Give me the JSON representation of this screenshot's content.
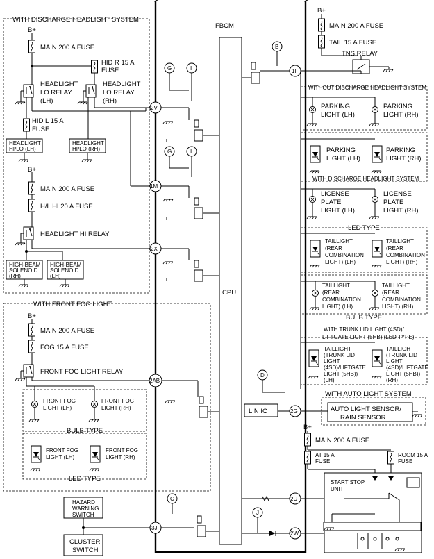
{
  "left_top": {
    "section_title": "WITH DISCHARGE HEADLIGHT SYSTEM",
    "bplus": "B+",
    "main_fuse": "MAIN 200 A FUSE",
    "hid_r_fuse": [
      "HID R 15 A",
      "FUSE"
    ],
    "lo_relay_lh": [
      "HEADLIGHT",
      "LO RELAY",
      "(LH)"
    ],
    "lo_relay_rh": [
      "HEADLIGHT",
      "LO RELAY",
      "(RH)"
    ],
    "hid_l_fuse": [
      "HID L 15 A",
      "FUSE"
    ],
    "hilo_lh": [
      "HEADLIGHT",
      "HI/LO (LH)"
    ],
    "hilo_rh": [
      "HEADLIGHT",
      "HI/LO (RH)"
    ],
    "bplus2": "B+",
    "main_fuse2": "MAIN 200 A FUSE",
    "hl_hi_fuse": "H/L HI 20 A FUSE",
    "hi_relay": "HEADLIGHT HI RELAY",
    "solenoid_rh": [
      "HIGH-BEAM",
      "SOLENOID",
      "(RH)"
    ],
    "solenoid_lh": [
      "HIGH-BEAM",
      "SOLENOID",
      "(LH)"
    ]
  },
  "fog": {
    "section_title": "WITH FRONT FOG LIGHT",
    "bplus": "B+",
    "main_fuse": "MAIN 200 A FUSE",
    "fog_fuse": "FOG 15 A FUSE",
    "relay": "FRONT FOG LIGHT RELAY",
    "fog_lh": [
      "FRONT FOG",
      "LIGHT (LH)"
    ],
    "fog_rh": [
      "FRONT FOG",
      "LIGHT (RH)"
    ],
    "bulb_type": "BULB TYPE",
    "led_fog_lh": [
      "FRONT FOG",
      "LIGHT (LH)"
    ],
    "led_fog_rh": [
      "FRONT FOG",
      "LIGHT (RH)"
    ],
    "led_type": "LED TYPE"
  },
  "bottom_left": {
    "hazard": [
      "HAZARD",
      "WARNING",
      "SWITCH"
    ],
    "cluster": [
      "CLUSTER",
      "SWITCH"
    ]
  },
  "fbcm": {
    "title": "FBCM",
    "cpu": "CPU",
    "lin_ic": "LIN IC",
    "markers": {
      "g": "G",
      "i": "I",
      "b": "B",
      "d": "D",
      "c": "C",
      "j": "J"
    },
    "terminals": {
      "t1i": "1I",
      "t2v": "2V",
      "t1m": "1M",
      "t2x": "2X",
      "t2ab": "2AB",
      "t2g": "2G",
      "t2u": "2U",
      "t3j": "3J",
      "t2w": "2W"
    }
  },
  "right": {
    "bplus": "B+",
    "main_fuse": "MAIN 200 A FUSE",
    "tail_fuse": "TAIL 15 A FUSE",
    "tns_relay": "TNS RELAY",
    "without_dhl": "WITHOUT DISCHARGE HEADLIGHT SYSTEM",
    "parking_lh": [
      "PARKING",
      "LIGHT (LH)"
    ],
    "parking_rh": [
      "PARKING",
      "LIGHT (RH)"
    ],
    "led_parking_lh": [
      "PARKING",
      "LIGHT (LH)"
    ],
    "led_parking_rh": [
      "PARKING",
      "LIGHT (RH)"
    ],
    "with_dhl": "WITH DISCHARGE HEADLIGHT SYSTEM",
    "license_lh": [
      "LICENSE",
      "PLATE",
      "LIGHT (LH)"
    ],
    "license_rh": [
      "LICENSE",
      "PLATE",
      "LIGHT (RH)"
    ],
    "led_type": "LED TYPE",
    "tail_led_lh": [
      "TAILLIGHT",
      "(REAR",
      "COMBINATION",
      "LIGHT) (LH)"
    ],
    "tail_led_rh": [
      "TAILLIGHT",
      "(REAR",
      "COMBINATION",
      "LIGHT) (RH)"
    ],
    "tail_bulb_lh": [
      "TAILLIGHT",
      "(REAR",
      "COMBINATION",
      "LIGHT) (LH)"
    ],
    "tail_bulb_rh": [
      "TAILLIGHT",
      "(REAR",
      "COMBINATION",
      "LIGHT) (RH)"
    ],
    "bulb_type": "BULB TYPE",
    "trunk_title": [
      "WITH TRUNK LID LIGHT (4SD)/",
      "LIFTGATE LIGHT (5HB) (LED TYPE)"
    ],
    "trunk_lh": [
      "TAILLIGHT",
      "(TRUNK LID",
      "LIGHT",
      "(4SD)/LIFTGATE",
      "LIGHT (5HB))",
      "(LH)"
    ],
    "trunk_rh": [
      "TAILLIGHT",
      "(TRUNK LID",
      "LIGHT",
      "(4SD)/LIFTGATE",
      "LIGHT (5HB))",
      "(RH)"
    ],
    "auto_light": "WITH AUTO LIGHT SYSTEM",
    "sensor": [
      "AUTO LIGHT SENSOR/",
      "RAIN SENSOR"
    ],
    "bplus2": "B+",
    "main_fuse2": "MAIN 200 A FUSE",
    "at_fuse": [
      "AT 15 A",
      "FUSE"
    ],
    "room_fuse": [
      "ROOM 15 A",
      "FUSE"
    ],
    "start_stop": [
      "START STOP",
      "UNIT"
    ]
  }
}
